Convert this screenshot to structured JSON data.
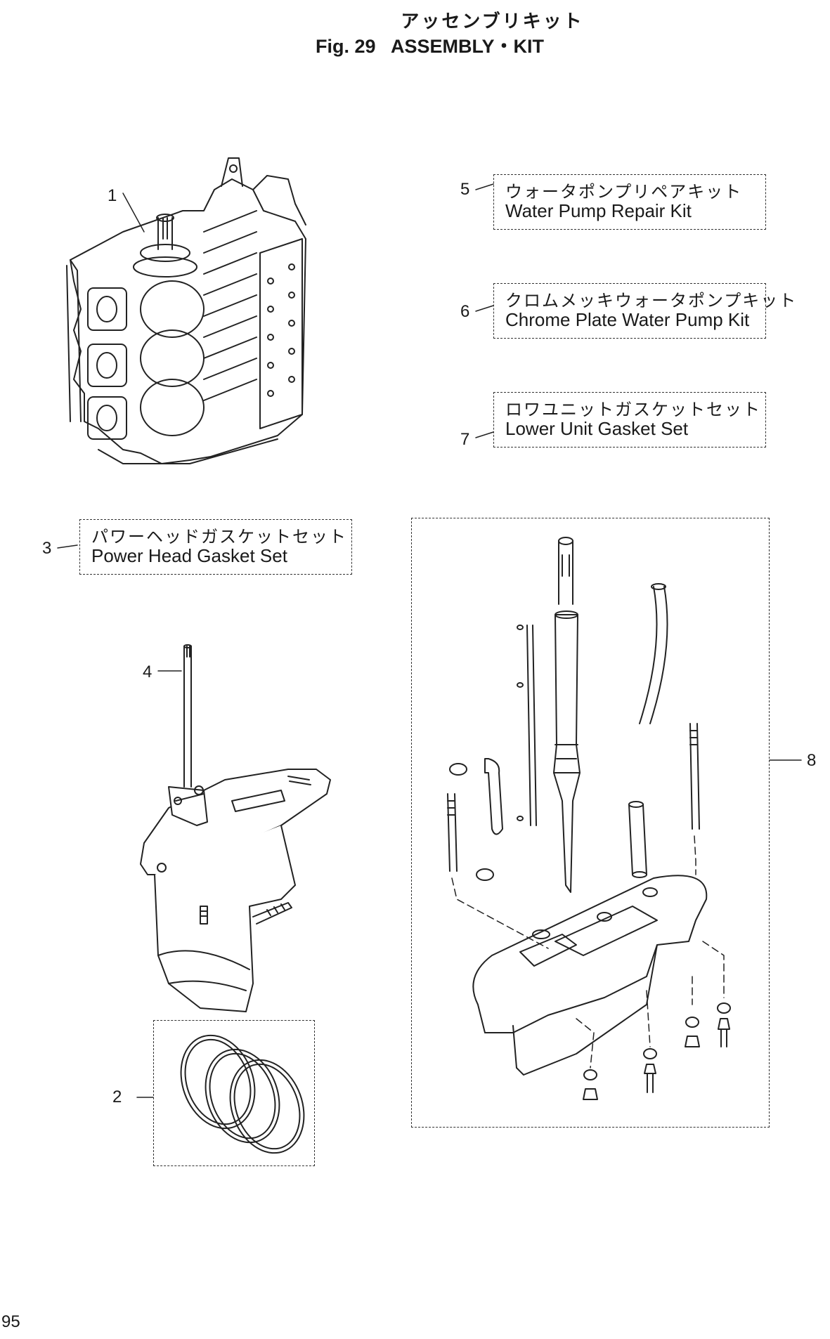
{
  "header": {
    "title_jp": "アッセンブリキット",
    "title_en": "Fig. 29   ASSEMBLY・KIT"
  },
  "items": [
    {
      "number": "1"
    },
    {
      "number": "2"
    },
    {
      "number": "3",
      "label_jp": "パワーヘッドガスケットセット",
      "label_en": "Power Head Gasket Set"
    },
    {
      "number": "4"
    },
    {
      "number": "5",
      "label_jp": "ウォータポンプリペアキット",
      "label_en": "Water Pump Repair Kit"
    },
    {
      "number": "6",
      "label_jp": "クロムメッキウォータポンプキット",
      "label_en": "Chrome Plate Water Pump Kit"
    },
    {
      "number": "7",
      "label_jp": "ロワユニットガスケットセット",
      "label_en": "Lower Unit Gasket Set"
    },
    {
      "number": "8"
    }
  ],
  "illustrations": [
    {
      "name": "power-head-assembly"
    },
    {
      "name": "piston-rings"
    },
    {
      "name": "lower-unit-assembly"
    },
    {
      "name": "lower-unit-gasket-parts"
    }
  ],
  "footer": {
    "page_number": "95"
  }
}
